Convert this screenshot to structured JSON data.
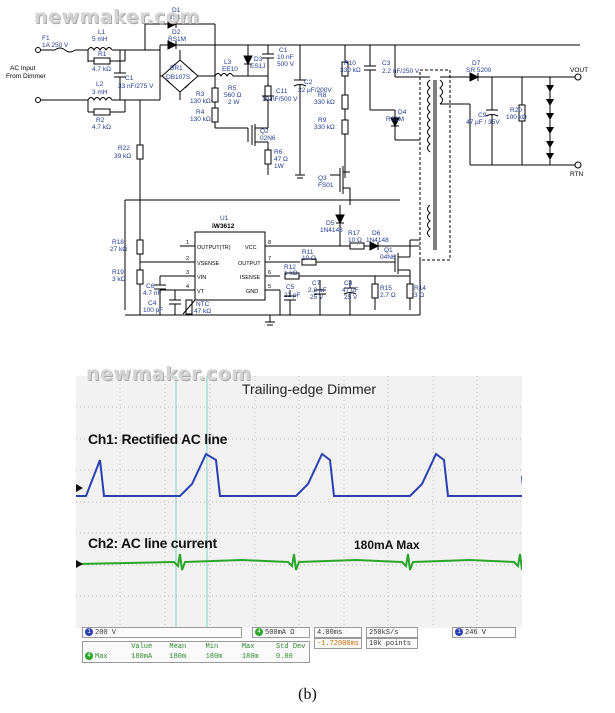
{
  "watermark": "newmaker.com",
  "schematic": {
    "input": {
      "f1": "F1",
      "f1_rating": "1A 250 V",
      "ac_line1": "AC Input",
      "ac_line2": "From Dimmer"
    },
    "emi": {
      "l1": "L1",
      "l1_val": "5 mH",
      "r1": "R1",
      "r1_val": "4.7 kΩ",
      "c1": "C1",
      "c1_val": "33 nF/275 V",
      "l2": "L2",
      "l2_val": "3 mH",
      "r2": "R2",
      "r2_val": "4.7 kΩ"
    },
    "top": {
      "d1": "D1",
      "d1_val": "RS1M",
      "d2": "D2",
      "d2_val": "RS1M",
      "br1": "BR1",
      "br1_val": "DB107S",
      "l3": "L3",
      "l3_val": "EE10",
      "d3": "D3",
      "d3_val": "ES1J",
      "c1b": "C1",
      "c1b_val1": "10 nF",
      "c1b_val2": "500 V",
      "c2": "C2",
      "c2_val": "22 μF/200V",
      "r3": "R3",
      "r3_val": "130 kΩ",
      "r4": "R4",
      "r4_val": "130 kΩ",
      "r5": "R5",
      "r5_val1": "560 Ω",
      "r5_val2": "2 W",
      "c11": "C11",
      "c11_val": "10 nF/500 V",
      "q2": "Q2",
      "q2_val": "02N6",
      "r6": "R6",
      "r6_val1": "47 Ω",
      "r6_val2": "1W",
      "r22": "R22",
      "r22_val": "39 kΩ",
      "r10": "R10",
      "r10_val": "330 kΩ",
      "r8": "R8",
      "r8_val": "330 kΩ",
      "r9": "R9",
      "r9_val": "330 kΩ",
      "c3": "C3",
      "c3_val": "2.2 nF/250 V",
      "d4": "D4",
      "d4_val": "RS1M",
      "q3": "Q3",
      "q3_val": "FS01"
    },
    "output": {
      "d7": "D7",
      "d7_val": "SR 5200",
      "c9": "C9",
      "c9_val": "47 μF / 35V",
      "r20": "R20",
      "r20_val": "100 kΩ",
      "vout": "VOUT",
      "rtn": "RTN"
    },
    "controller": {
      "u1": "U1",
      "part": "iW3612",
      "pin1": "OUTPUT(TR)",
      "pin2": "VSENSE",
      "pin3": "VIN",
      "pin4": "VT",
      "pin8": "VCC",
      "pin7": "OUTPUT",
      "pin6": "ISENSE",
      "pin5": "GND",
      "n1": "1",
      "n2": "2",
      "n3": "3",
      "n4": "4",
      "n5": "5",
      "n6": "6",
      "n7": "7",
      "n8": "8"
    },
    "lower": {
      "r18": "R18",
      "r18_val": "27 kΩ",
      "r19": "R19",
      "r19_val": "3 kΩ",
      "c6": "C6",
      "c6_val": "4.7 nF",
      "c4": "C4",
      "c4_val": "100 pF",
      "ntc": "NTC",
      "ntc_val": "47 kΩ",
      "d5": "D5",
      "d5_val": "1N4148",
      "r17": "R17",
      "r17_val": "10 Ω",
      "d6": "D6",
      "d6_val": "1N4148",
      "r11": "R11",
      "r11_val": "10 Ω",
      "r12": "R12",
      "r12_val": "1 kΩ",
      "c5": "C5",
      "c5_val": "22 pF",
      "c7": "C7",
      "c7_val1": "2.2 μF",
      "c7_val2": "25 V",
      "c8": "C8",
      "c8_val1": "47 μF",
      "c8_val2": "25 V",
      "q1": "Q1",
      "q1_val": "04N6",
      "r15": "R15",
      "r15_val": "2.7 Ω",
      "r14": "R14",
      "r14_val": "3 Ω"
    }
  },
  "scope": {
    "title": "Trailing-edge Dimmer",
    "ch1_label": "Ch1: Rectified AC line",
    "ch2_label": "Ch2: AC line current",
    "max_label": "180mA Max",
    "colors": {
      "ch1": "#2a3fb0",
      "ch2": "#2aa52a",
      "cursor": "#7fd6c8",
      "grid": "#b9b9b9",
      "bg": "#f2f2f2"
    },
    "status": {
      "ch1_num": "1",
      "ch1_scale": "200 V",
      "ch4_num": "4",
      "ch4_scale": "500mA Ω",
      "time": "4.00ms",
      "trigger_pos": "-1.72000ms",
      "rate": "250kS/s",
      "points": "10k points",
      "trig_ch": "1",
      "trig_level": "246 V",
      "meas_ch": "4",
      "meas_name": "Max",
      "h_value": "Value",
      "h_mean": "Mean",
      "h_min": "Min",
      "h_max": "Max",
      "h_std": "Std Dev",
      "v_value": "180mA",
      "v_mean": "180m",
      "v_min": "180m",
      "v_max": "180m",
      "v_std": "0.00"
    }
  },
  "caption": "(b)"
}
